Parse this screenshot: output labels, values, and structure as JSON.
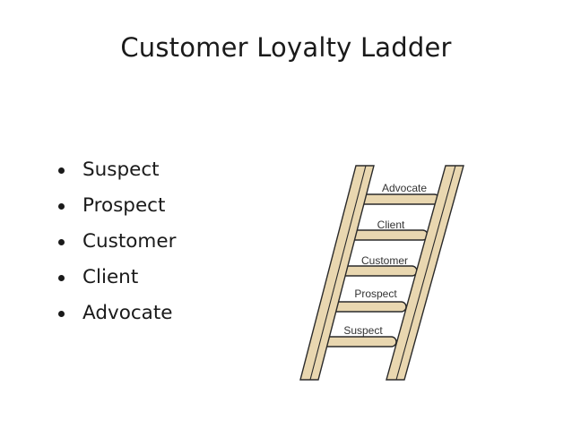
{
  "slide": {
    "title": "Customer Loyalty Ladder"
  },
  "bullets": [
    "Suspect",
    "Prospect",
    "Customer",
    "Client",
    "Advocate"
  ],
  "ladder": {
    "rungs": [
      "Advocate",
      "Client",
      "Customer",
      "Prospect",
      "Suspect"
    ],
    "colors": {
      "wood": "#e9d7b0",
      "outline": "#2a2a2a"
    }
  }
}
